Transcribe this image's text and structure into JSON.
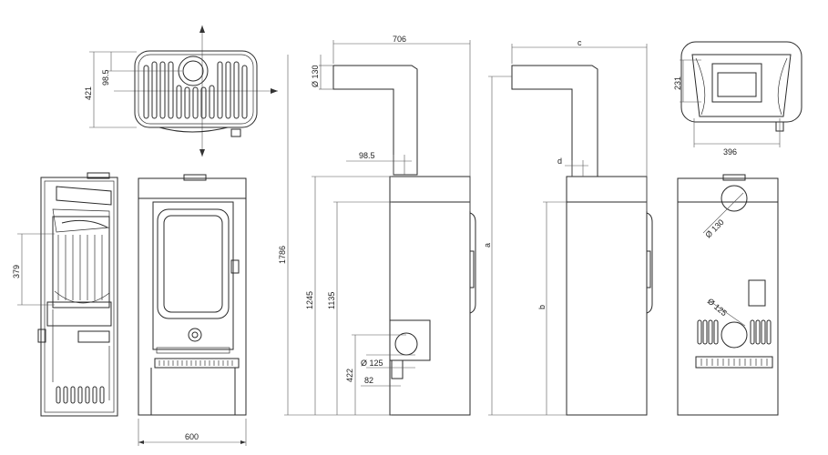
{
  "drawing": {
    "dimensions": {
      "top_depth": "421",
      "top_flue_offset": "98.5",
      "width_front": "600",
      "firebox_height": "379",
      "side_flue_width": "706",
      "side_flue_diameter": "Ø 130",
      "side_flue_offset": "98.5",
      "total_height": "1786",
      "height_1245": "1245",
      "height_1135": "1135",
      "inlet_height": "422",
      "inlet_diameter": "Ø 125",
      "inlet_offset": "82",
      "var_c": "c",
      "var_d": "d",
      "var_a": "a",
      "var_b": "b",
      "rear_depth": "231",
      "rear_width": "396",
      "rear_flue_diameter": "Ø 130",
      "rear_inlet_diameter": "Ø 125"
    }
  }
}
